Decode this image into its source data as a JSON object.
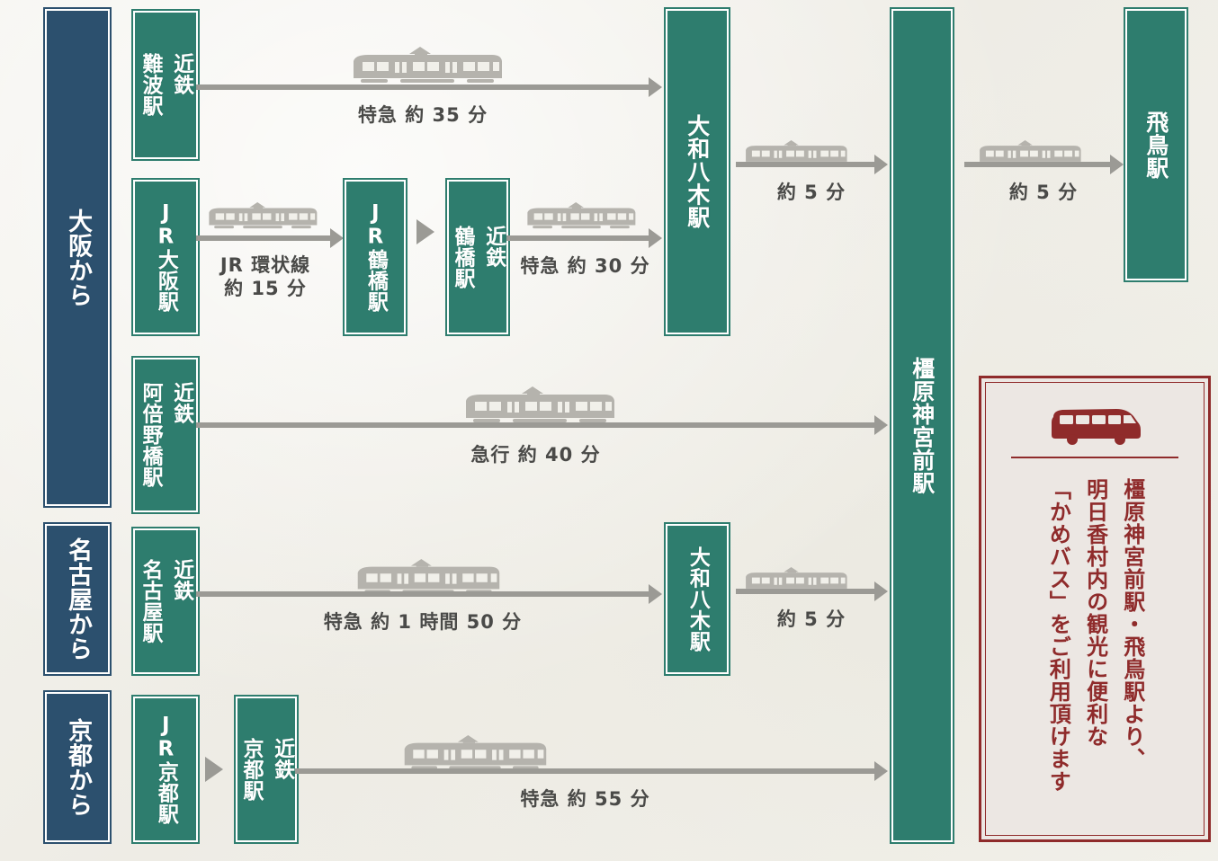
{
  "colors": {
    "origin_box": "#2c506e",
    "station_box": "#2e7d6e",
    "connector": "#9b9a95",
    "bus_accent": "#8f2b2b",
    "background": "#f2f1ec",
    "caption_text": "#4a4a48"
  },
  "origins": [
    {
      "id": "osaka",
      "label": "大阪から"
    },
    {
      "id": "nagoya",
      "label": "名古屋から"
    },
    {
      "id": "kyoto",
      "label": "京都から"
    }
  ],
  "stations": {
    "kintetsu_namba": {
      "main": "難波駅",
      "sub": "近鉄"
    },
    "jr_osaka": {
      "main": "JR大阪駅",
      "sub": ""
    },
    "jr_tsuruhashi": {
      "main": "JR鶴橋駅",
      "sub": ""
    },
    "kintetsu_tsuruhashi": {
      "main": "鶴橋駅",
      "sub": "近鉄"
    },
    "kintetsu_abenobashi": {
      "main": "阿倍野橋駅",
      "sub": "近鉄"
    },
    "kintetsu_nagoya": {
      "main": "名古屋駅",
      "sub": "近鉄"
    },
    "jr_kyoto": {
      "main": "JR京都駅",
      "sub": ""
    },
    "kintetsu_kyoto": {
      "main": "京都駅",
      "sub": "近鉄"
    },
    "yamato_yagi_top": {
      "main": "大和八木駅",
      "sub": ""
    },
    "yamato_yagi_mid": {
      "main": "大和八木駅",
      "sub": ""
    },
    "kashiharajingumae": {
      "main": "橿原神宮前駅",
      "sub": ""
    },
    "asuka": {
      "main": "飛鳥駅",
      "sub": ""
    }
  },
  "captions": {
    "namba_to_yagi": "特急 約 35 分",
    "jr_osaka_to_tsuruhashi": "JR 環状線\n約 15 分",
    "tsuruhashi_to_yagi": "特急 約 30 分",
    "abenobashi_to_kashihara": "急行 約 40 分",
    "nagoya_to_yagi": "特急 約 1 時間 50 分",
    "kyoto_to_kashihara": "特急 約 55 分",
    "yagi_top_to_kashihara": "約 5 分",
    "yagi_mid_to_kashihara": "約 5 分",
    "kashihara_to_asuka": "約 5 分"
  },
  "bus_panel": {
    "icon": "bus-icon",
    "lines": [
      "橿原神宮前駅・飛鳥駅より、",
      "明日香村内の観光に便利な",
      "「かめバス」をご利用頂けます"
    ]
  },
  "icons": {
    "train": "train-icon",
    "arrow": "arrow-right-icon",
    "triangle": "triangle-right-icon"
  }
}
